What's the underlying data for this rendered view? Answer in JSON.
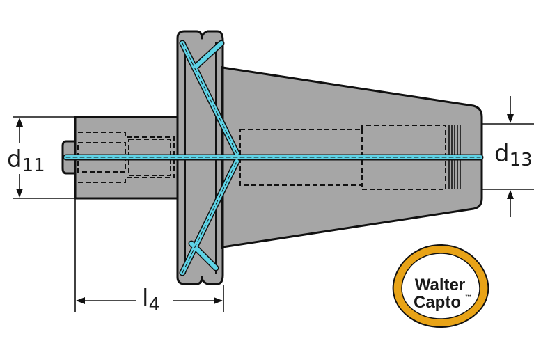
{
  "colors": {
    "body_gray": "#a6a6a6",
    "outline": "#111111",
    "coolant_cyan": "#5fd3e6",
    "logo_gold": "#e8a317",
    "logo_inner": "#ffffff"
  },
  "dimensions": {
    "d11": {
      "main": "d",
      "sub": "11"
    },
    "d13": {
      "main": "d",
      "sub": "13"
    },
    "l4": {
      "main": "l",
      "sub": "4"
    }
  },
  "logo": {
    "line1": "Walter",
    "line2": "Capto",
    "mark": "™"
  }
}
